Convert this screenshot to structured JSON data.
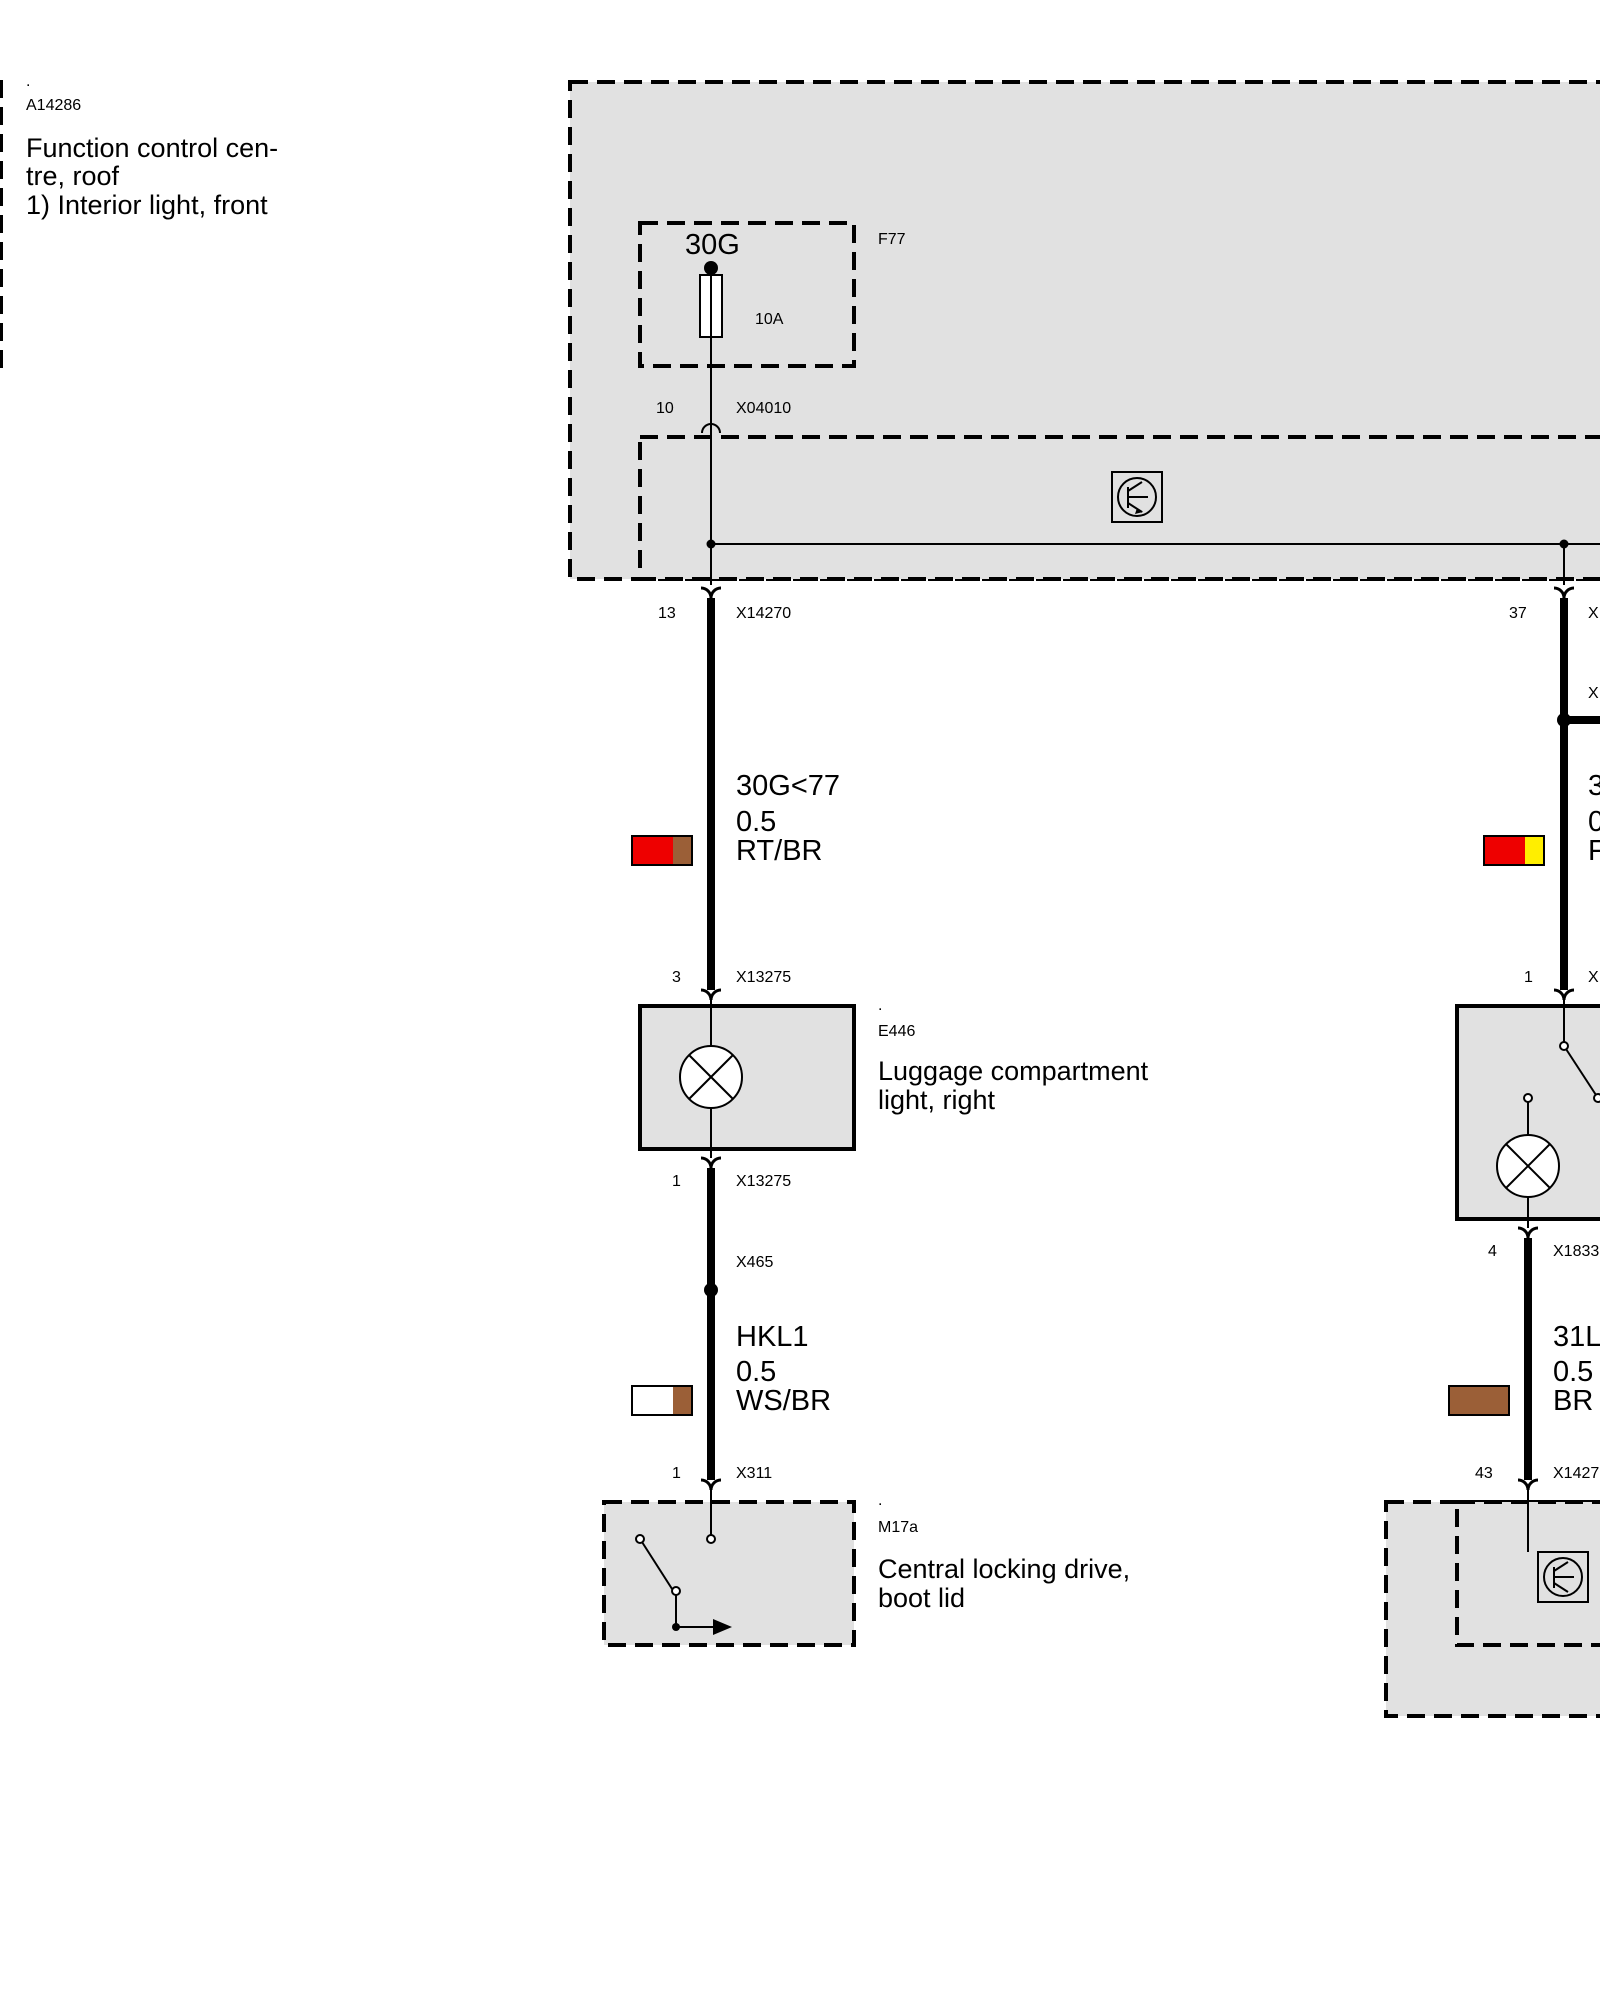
{
  "left_panel": {
    "dot": ".",
    "id": "A14286",
    "desc_line1": "Function control cen-",
    "desc_line2": "tre, roof",
    "desc_line3": "1) Interior light, front"
  },
  "fuse": {
    "terminal": "30G",
    "ref": "F77",
    "rating": "10A",
    "pin": "10",
    "connector": "X04010"
  },
  "left_branch": {
    "top_pin": "13",
    "top_connector": "X14270",
    "wire1": {
      "signal": "30G<77",
      "size": "0.5",
      "color_code": "RT/BR",
      "colors": [
        "#ee0000",
        "#9b5f37"
      ]
    },
    "lamp_pin_top": "3",
    "lamp_conn_top": "X13275",
    "lamp": {
      "dot": ".",
      "id": "E446",
      "name_line1": "Luggage compartment",
      "name_line2": "light, right"
    },
    "lamp_pin_bottom": "1",
    "lamp_conn_bottom": "X13275",
    "splice": "X465",
    "wire2": {
      "signal": "HKL1",
      "size": "0.5",
      "color_code": "WS/BR",
      "colors": [
        "#ffffff",
        "#9b5f37"
      ]
    },
    "drive_pin": "1",
    "drive_connector": "X311",
    "drive": {
      "dot": ".",
      "id": "M17a",
      "name_line1": "Central locking drive,",
      "name_line2": "boot lid"
    }
  },
  "right_branch": {
    "top_pin": "37",
    "top_connector_fragment": "X",
    "splice_fragment": "X",
    "wire1": {
      "signal_fragment": "3",
      "size_fragment": "0",
      "color_fragment": "F",
      "colors": [
        "#ee0000",
        "#ffee00"
      ]
    },
    "lamp_pin_top": "1",
    "lamp_conn_top_fragment": "X",
    "lamp_pin_bottom": "4",
    "lamp_conn_bottom_fragment": "X1833",
    "wire2": {
      "signal_fragment": "31L",
      "size": "0.5",
      "color_code": "BR",
      "colors": [
        "#9b5f37"
      ]
    },
    "module_pin": "43",
    "module_connector_fragment": "X1427"
  }
}
